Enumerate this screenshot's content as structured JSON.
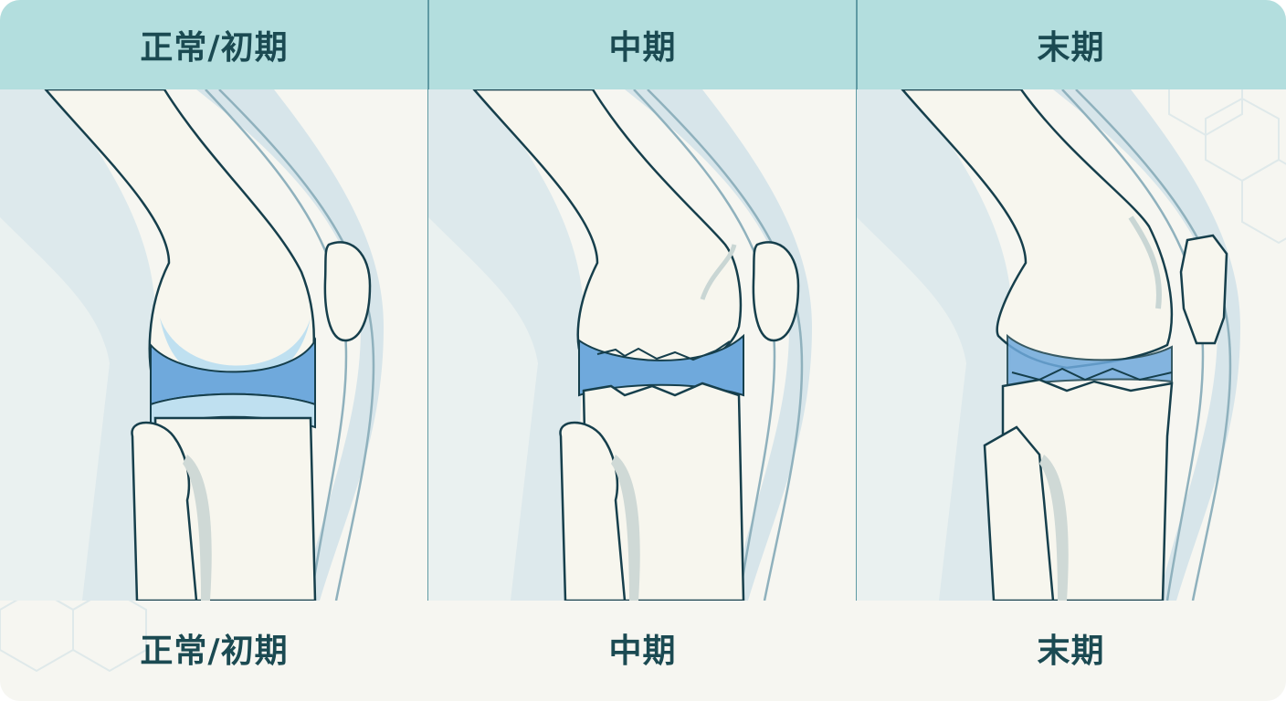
{
  "stages": [
    {
      "header": "正常/初期",
      "footer": "正常/初期"
    },
    {
      "header": "中期",
      "footer": "中期"
    },
    {
      "header": "末期",
      "footer": "末期"
    }
  ],
  "colors": {
    "header_bg": "#b3dede",
    "label_text": "#1b4a52",
    "outline": "#163f4c",
    "cartilage": "#6fa9dc",
    "cartilage_light": "#bfe0f0",
    "bone": "#f7f6ee",
    "soft_tissue": "#d8e6ea"
  },
  "icons": [
    "hexagon-pattern"
  ]
}
